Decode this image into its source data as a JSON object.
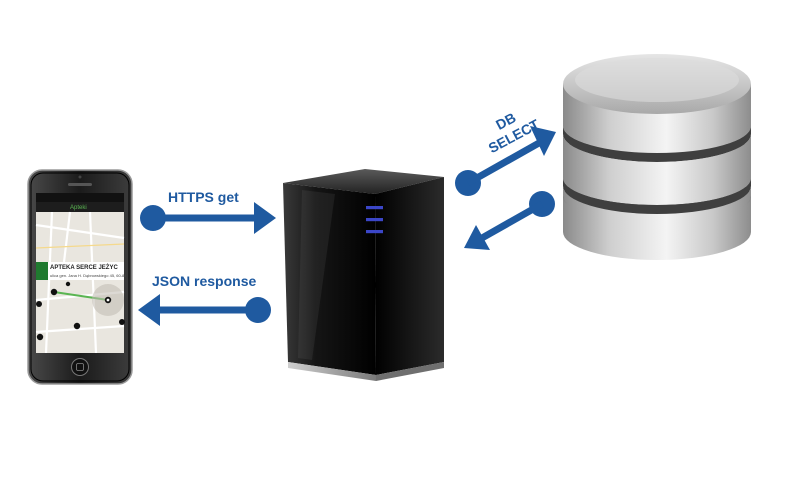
{
  "labels": {
    "https_get": "HTTPS get",
    "json_response": "JSON response",
    "db_select_line1": "DB",
    "db_select_line2": "SELECT"
  },
  "phone": {
    "app_title": "Apteki",
    "popup_title": "APTEKA SERCE JEŻYC",
    "popup_address": "ulica gen. Jana H. Dąbrowskiego 45, 60-842 PO..."
  },
  "colors": {
    "arrow": "#1f5aa0",
    "server_body": "#111111",
    "server_led": "#3b46c8",
    "db_silver": "#bfbfbf"
  },
  "icons": [
    "smartphone-icon",
    "server-icon",
    "database-icon"
  ]
}
